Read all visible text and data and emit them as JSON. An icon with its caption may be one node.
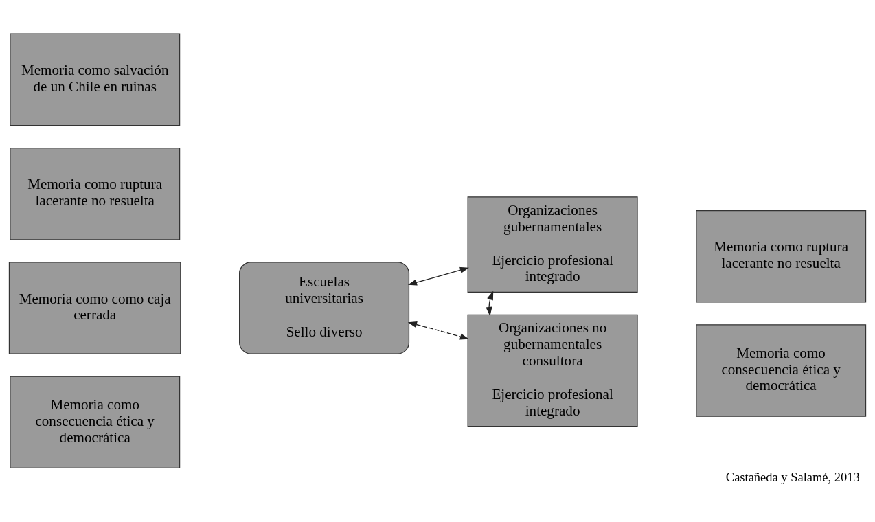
{
  "diagram": {
    "caption": "Castañeda y Salamé, 2013",
    "nodes": [
      {
        "text": [
          "Memoria como salvación de un Chile en ruinas"
        ]
      },
      {
        "text": [
          "Memoria como ruptura lacerante no resuelta"
        ]
      },
      {
        "text": [
          "Memoria como como caja cerrada"
        ]
      },
      {
        "text": [
          "Memoria como consecuencia ética y democrática"
        ]
      },
      {
        "text": [
          "Escuelas universitarias",
          "Sello diverso"
        ]
      },
      {
        "text": [
          "Organizaciones gubernamentales",
          "Ejercicio profesional integrado"
        ]
      },
      {
        "text": [
          "Organizaciones no gubernamentales consultora",
          "Ejercicio profesional integrado"
        ]
      },
      {
        "text": [
          "Memoria como ruptura lacerante no resuelta"
        ]
      },
      {
        "text": [
          "Memoria como consecuencia ética y democrática"
        ]
      }
    ],
    "edges": [
      {
        "from": 4,
        "to": 5,
        "arrow": "both"
      },
      {
        "from": 5,
        "to": 6,
        "arrow": "both"
      },
      {
        "from": 4,
        "to": 6,
        "arrow": "both",
        "style": "dashed"
      }
    ]
  }
}
